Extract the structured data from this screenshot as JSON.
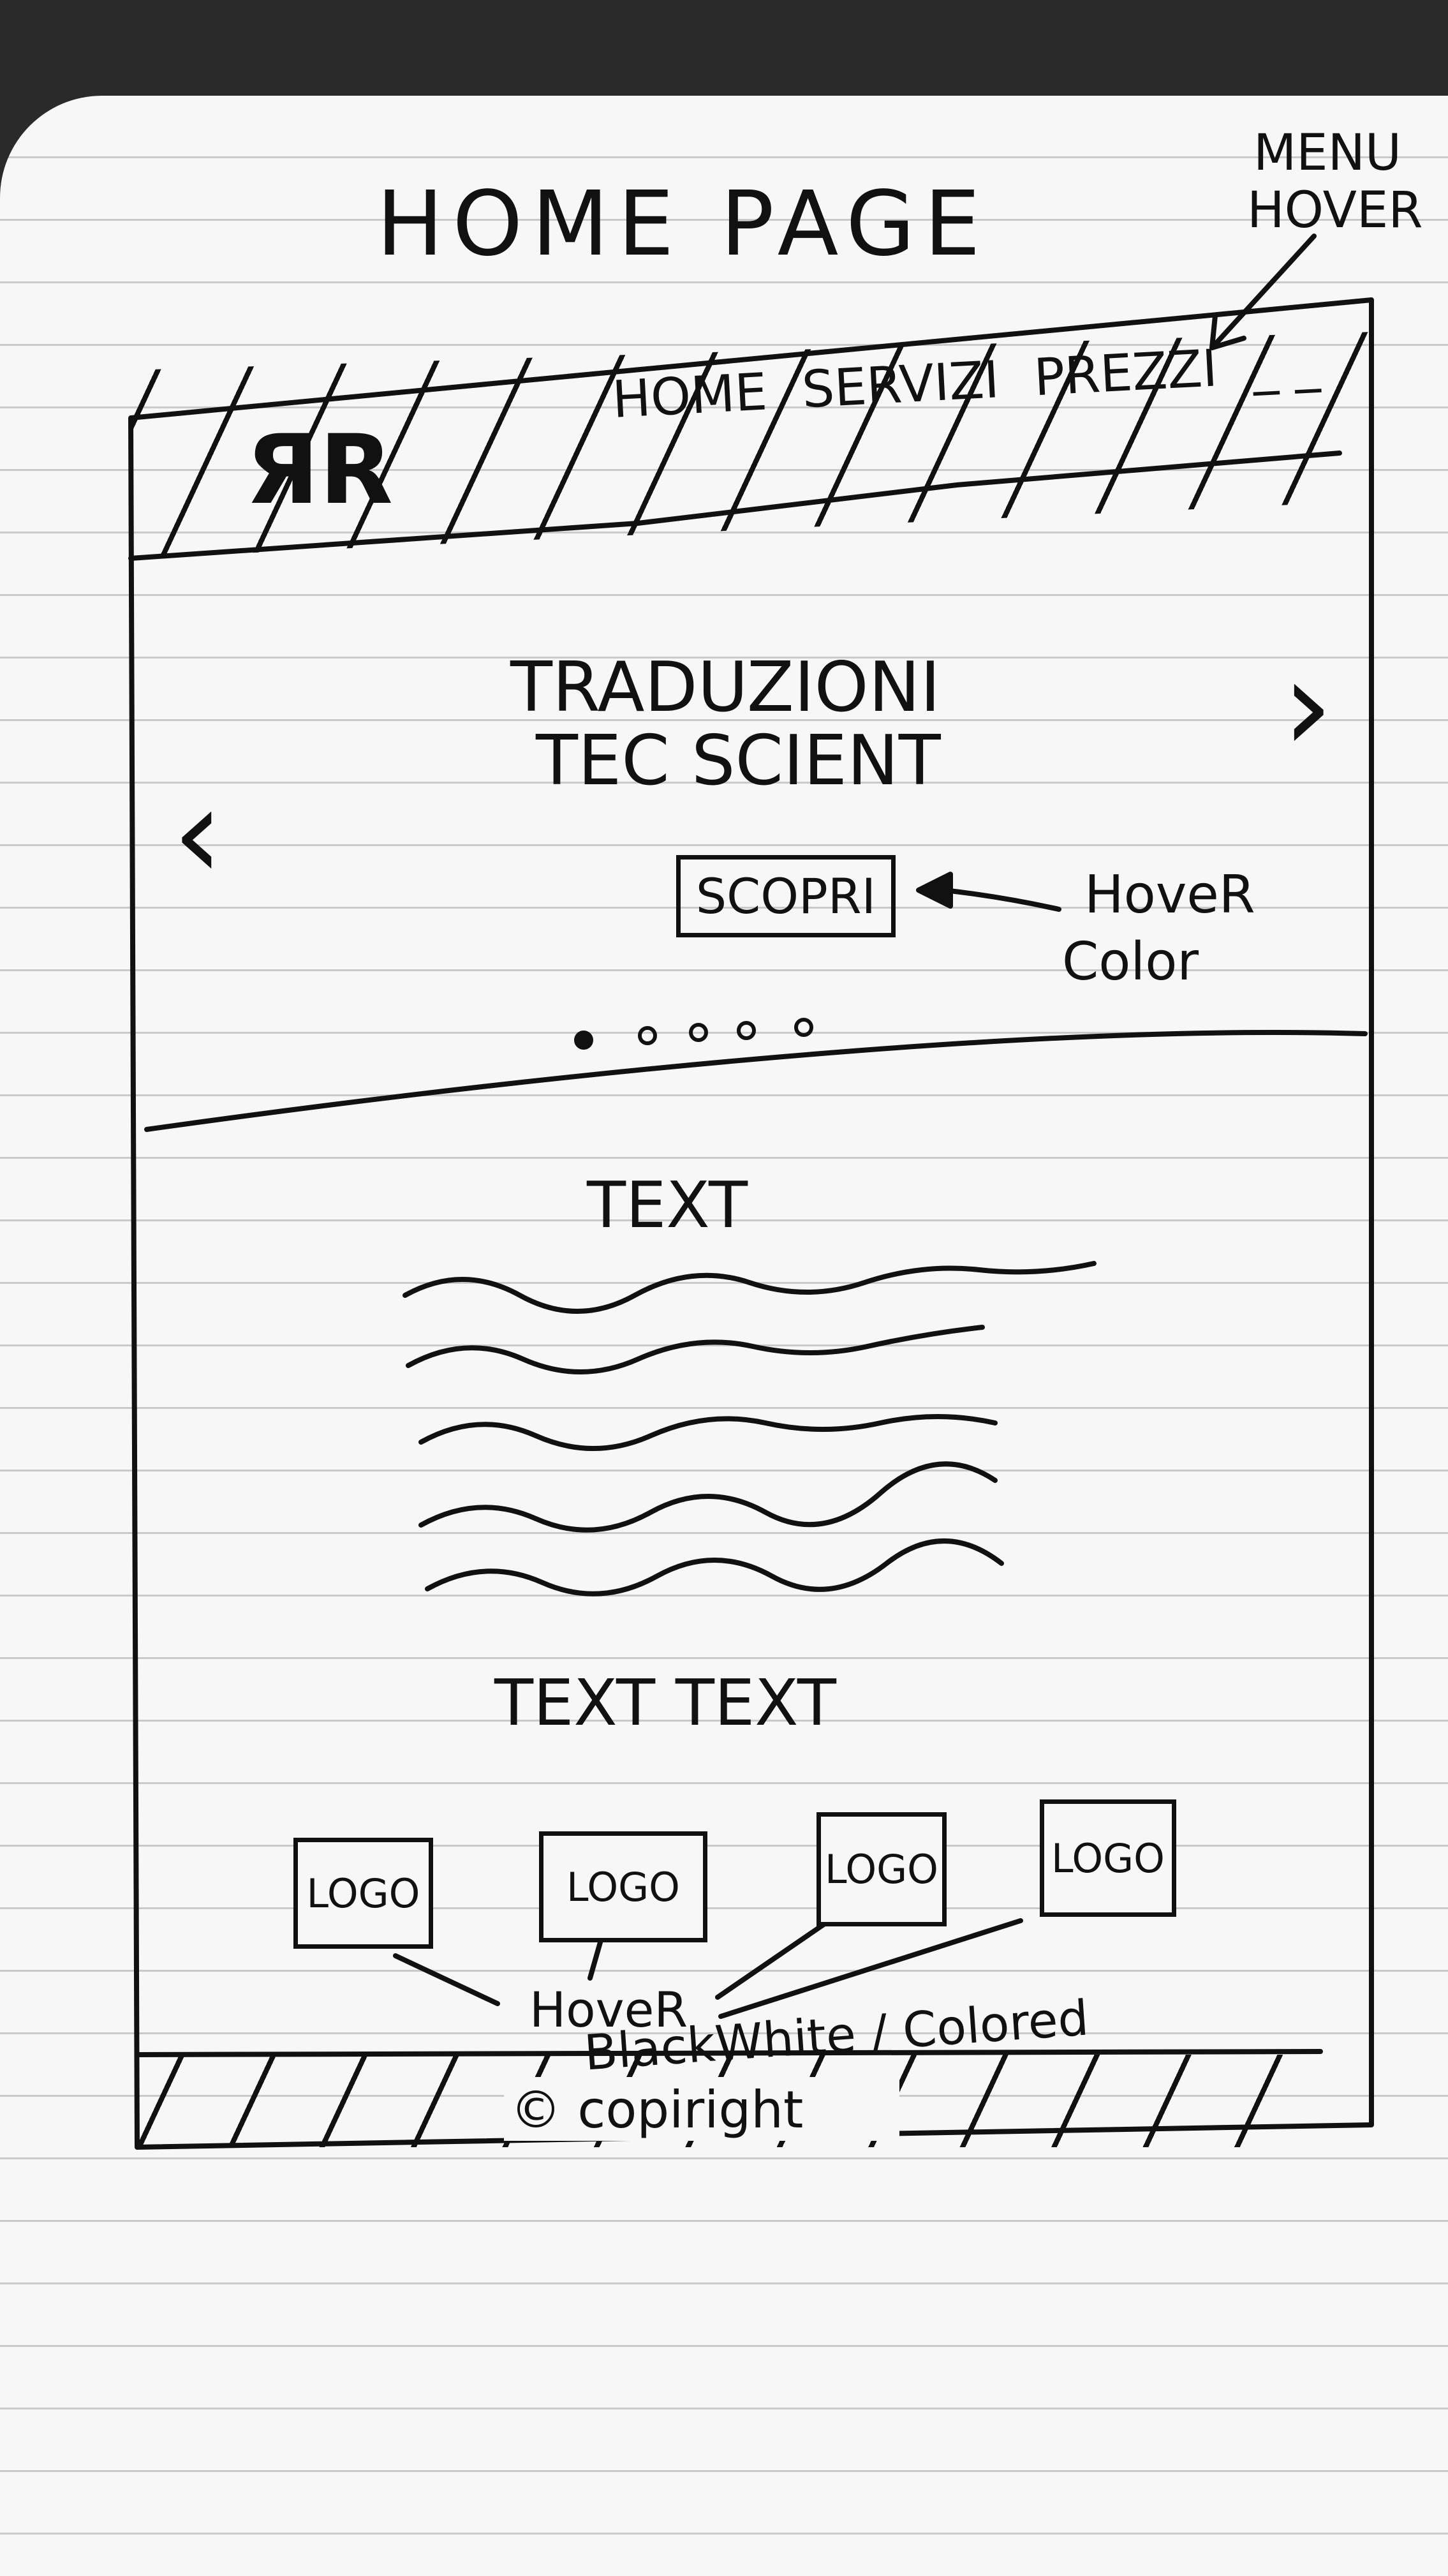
{
  "page_title": "HOME PAGE",
  "annotations": {
    "menu_hover": [
      "MENU",
      "HOVER"
    ],
    "button_hover": [
      "HoveR",
      "Color"
    ],
    "logos_hover": "HoveR",
    "logos_hover_detail": "BlackWhite / Colored"
  },
  "header": {
    "logo": "ЯR",
    "nav": [
      {
        "label": "HOME"
      },
      {
        "label": "SERVIZI"
      },
      {
        "label": "PREZZI"
      },
      {
        "label": "_ _"
      }
    ]
  },
  "hero": {
    "title_line1": "TRADUZIONI",
    "title_line2": "TEC SCIENT",
    "button_label": "SCOPRI",
    "prev_icon": "‹",
    "next_icon": "›",
    "dots": [
      true,
      false,
      false,
      false,
      false
    ]
  },
  "content": {
    "heading": "TEXT",
    "subheading": "TEXT TEXT"
  },
  "logos": [
    {
      "label": "LOGO"
    },
    {
      "label": "LOGO"
    },
    {
      "label": "LOGO"
    },
    {
      "label": "LOGO"
    }
  ],
  "footer": {
    "copyright": "© copiright"
  }
}
